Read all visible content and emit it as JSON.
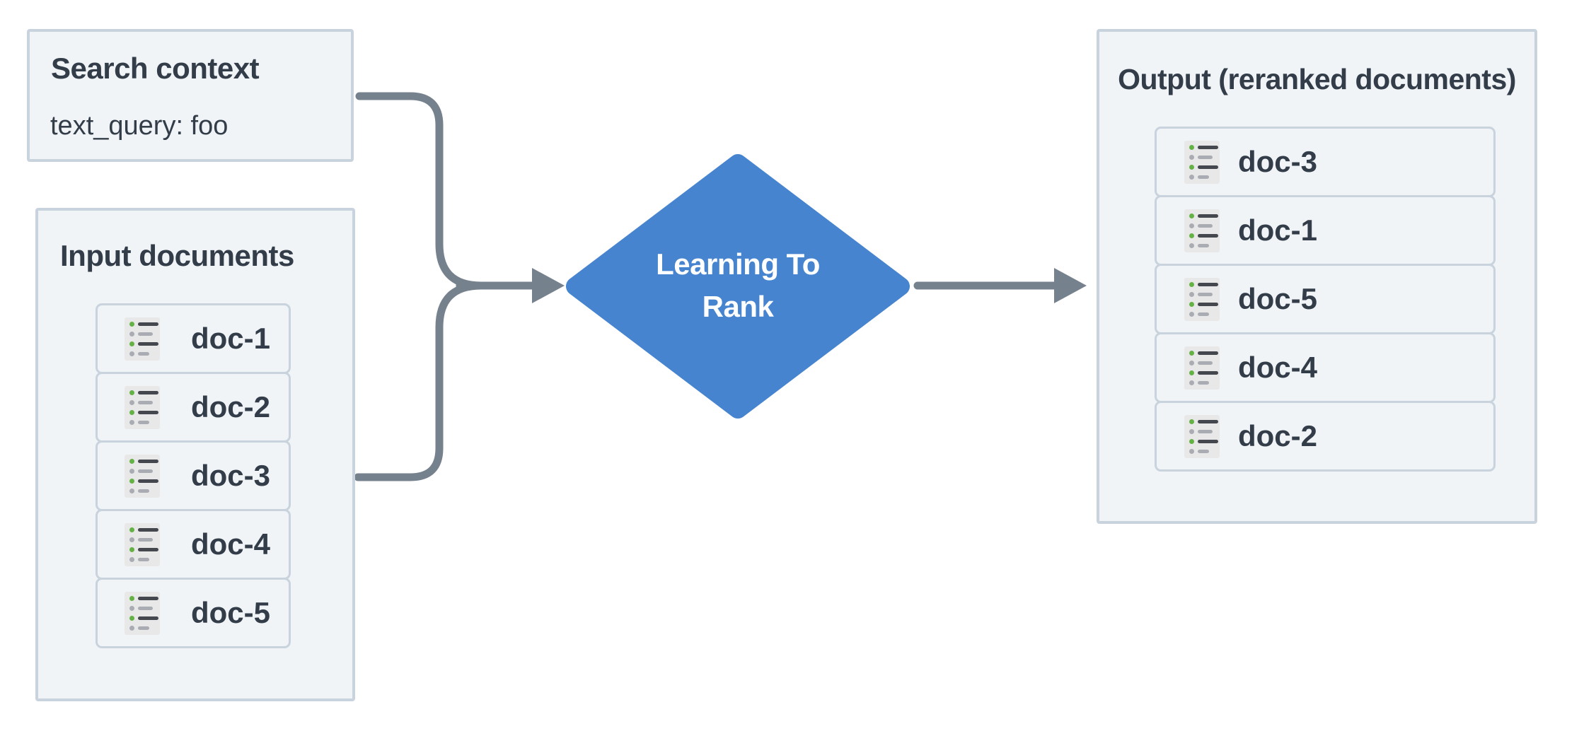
{
  "diagram": {
    "search_context": {
      "title": "Search context",
      "query": "text_query: foo"
    },
    "input_documents": {
      "title": "Input documents",
      "docs": [
        "doc-1",
        "doc-2",
        "doc-3",
        "doc-4",
        "doc-5"
      ]
    },
    "ranker": {
      "line1": "Learning To",
      "line2": "Rank"
    },
    "output_documents": {
      "title": "Output (reranked documents)",
      "docs": [
        "doc-3",
        "doc-1",
        "doc-5",
        "doc-4",
        "doc-2"
      ]
    }
  },
  "icons": {
    "doc_icon": "list-icon"
  },
  "colors": {
    "panel_bg": "#f1f4f6",
    "panel_border": "#c8d3dd",
    "text_dark": "#333d49",
    "diamond_blue": "#4684d0",
    "diamond_text": "#ffffff",
    "connector_gray": "#76818e",
    "icon_bg": "#e8e8e8",
    "icon_green": "#64b145",
    "icon_gray": "#a9adb3",
    "icon_bar_dark": "#44484e"
  }
}
